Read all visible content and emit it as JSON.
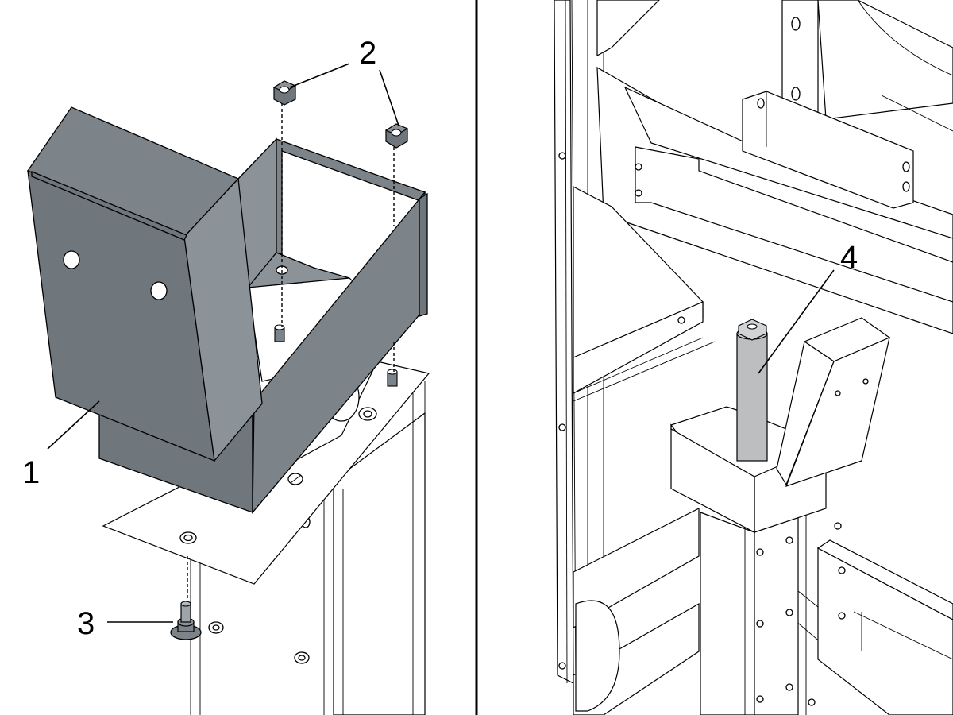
{
  "callouts": {
    "item1": "1",
    "item2": "2",
    "item3": "3",
    "item4": "4"
  },
  "colors": {
    "part_fill": "#7c8389",
    "pin_fill": "#a9abad",
    "line": "#000000",
    "background": "#ffffff"
  }
}
